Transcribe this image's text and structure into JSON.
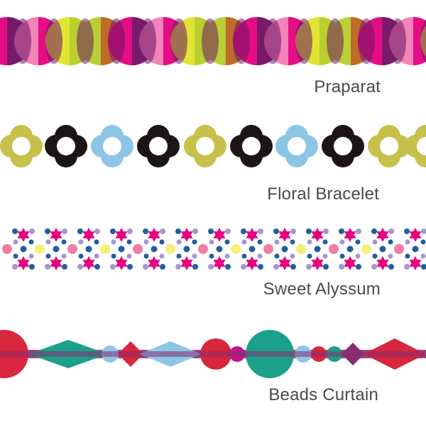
{
  "patterns": [
    {
      "id": "praparat",
      "label": "Praparat",
      "colors": [
        "#e4007f",
        "#f27cb4",
        "#dfe32a",
        "#b7cc2c",
        "#6d1b67",
        "#c25f2a"
      ]
    },
    {
      "id": "floral",
      "label": "Floral Bracelet",
      "colors": [
        "#c7c04a",
        "#1b1615",
        "#8cc5e6"
      ]
    },
    {
      "id": "alyssum",
      "label": "Sweet Alyssum",
      "colors": [
        "#e4007f",
        "#1f5fa1",
        "#a995cf",
        "#f07ca8",
        "#f5f07a"
      ]
    },
    {
      "id": "beads",
      "label": "Beads Curtain",
      "colors": [
        "#d7263d",
        "#1ba089",
        "#8ec6e6",
        "#c3128a",
        "#8a2c71"
      ]
    }
  ]
}
